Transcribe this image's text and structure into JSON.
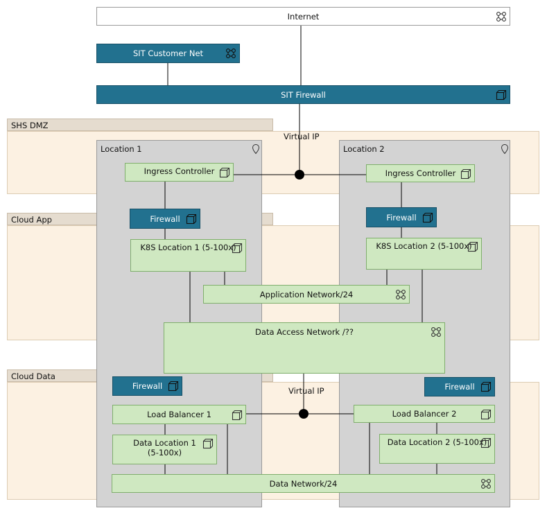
{
  "internet": "Internet",
  "sit_customer_net": "SIT Customer Net",
  "sit_firewall": "SIT Firewall",
  "zones": {
    "shs_dmz": "SHS DMZ",
    "cloud_app": "Cloud App",
    "cloud_data": "Cloud Data"
  },
  "location1": {
    "label": "Location 1",
    "ingress": "Ingress Controller",
    "firewall_app": "Firewall",
    "k8s": "K8S Location 1 (5-100x)",
    "firewall_data": "Firewall",
    "load_balancer": "Load Balancer 1",
    "data_location": "Data Location 1\n(5-100x)"
  },
  "location2": {
    "label": "Location 2",
    "ingress": "Ingress Controller",
    "firewall_app": "Firewall",
    "k8s": "K8S Location 2 (5-100x)",
    "firewall_data": "Firewall",
    "load_balancer": "Load Balancer 2",
    "data_location": "Data Location 2 (5-100x)"
  },
  "virtual_ip_top": "Virtual IP",
  "virtual_ip_bottom": "Virtual IP",
  "application_network": "Application Network/24",
  "data_access_network": "Data Access Network /??",
  "data_network": "Data Network/24",
  "colors": {
    "node_green": "#cfe8c1",
    "node_blue": "#22718f",
    "location_gray": "#d3d3d3",
    "zone_fill": "#fcf1e2"
  },
  "icons": {
    "network": "network-icon",
    "node": "node-cube-icon",
    "location": "location-pin-icon"
  }
}
